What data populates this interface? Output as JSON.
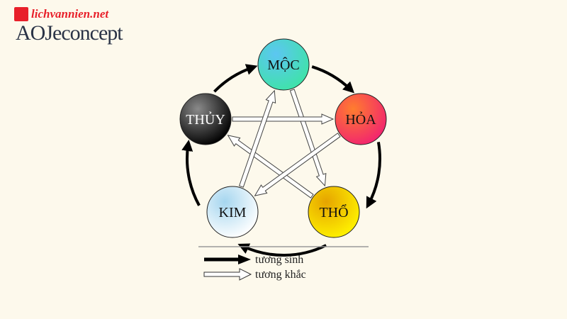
{
  "logo": {
    "text": "AOJeconcept",
    "watermark": "lichvannien.net"
  },
  "nodes": [
    {
      "id": "moc",
      "label": "MỘC",
      "colors": [
        "#3fe3a8",
        "#5cc6f2"
      ],
      "text_color": "#111"
    },
    {
      "id": "hoa",
      "label": "HỎA",
      "colors": [
        "#f2246f",
        "#ff7d2e"
      ],
      "text_color": "#111"
    },
    {
      "id": "tho",
      "label": "THỔ",
      "colors": [
        "#fff200",
        "#e6a400"
      ],
      "text_color": "#111"
    },
    {
      "id": "kim",
      "label": "KIM",
      "colors": [
        "#ffffff",
        "#a6d6ef"
      ],
      "text_color": "#111"
    },
    {
      "id": "thuy",
      "label": "THỦY",
      "colors": [
        "#000000",
        "#8a8a8a"
      ],
      "text_color": "#ffffff"
    }
  ],
  "generating_cycle": [
    [
      "moc",
      "hoa"
    ],
    [
      "hoa",
      "tho"
    ],
    [
      "tho",
      "kim"
    ],
    [
      "kim",
      "thuy"
    ],
    [
      "thuy",
      "moc"
    ]
  ],
  "overcoming_cycle": [
    [
      "moc",
      "tho"
    ],
    [
      "tho",
      "thuy"
    ],
    [
      "thuy",
      "hoa"
    ],
    [
      "hoa",
      "kim"
    ],
    [
      "kim",
      "moc"
    ]
  ],
  "legend": {
    "generating": "tương sinh",
    "overcoming": "tương khắc"
  }
}
